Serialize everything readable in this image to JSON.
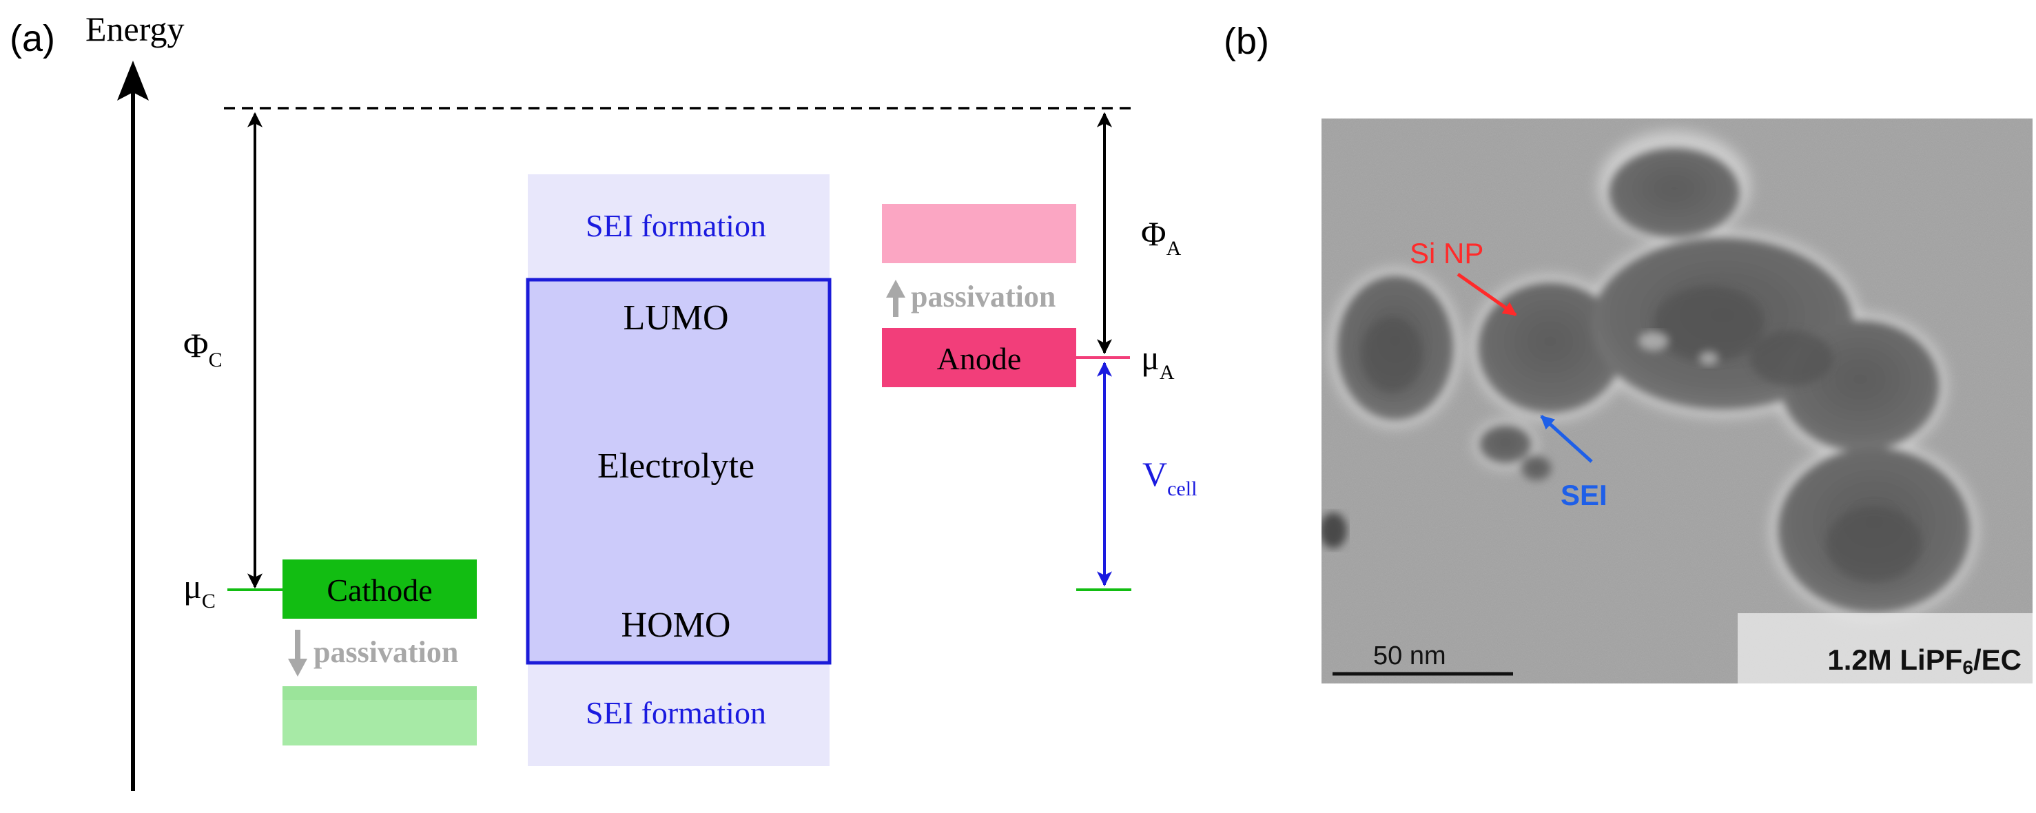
{
  "panel_a": {
    "label": "(a)",
    "axis_label": "Energy",
    "phi_c": {
      "symbol": "Φ",
      "subscript": "C"
    },
    "phi_a": {
      "symbol": "Φ",
      "subscript": "A"
    },
    "mu_c": {
      "symbol": "μ",
      "subscript": "C"
    },
    "mu_a": {
      "symbol": "μ",
      "subscript": "A"
    },
    "v_cell": {
      "symbol": "V",
      "subscript": "cell"
    },
    "cathode_label": "Cathode",
    "anode_label": "Anode",
    "cathode_passivation": "passivation",
    "anode_passivation": "passivation",
    "electrolyte": {
      "lumo": "LUMO",
      "name": "Electrolyte",
      "homo": "HOMO"
    },
    "sei_top": "SEI formation",
    "sei_bottom": "SEI formation",
    "colors": {
      "cathode": "#12bd12",
      "cathode_passivation_layer": "#a7eaa6",
      "anode": "#f23e7a",
      "anode_passivation_layer": "#fba6c3",
      "electrolyte_fill": "#cccbfa",
      "electrolyte_border": "#1b1bd8",
      "sei_fill": "#e8e7fb",
      "sei_text": "#1a1adf",
      "v_cell": "#1a1adf",
      "passivation_text": "#a8a8a8"
    }
  },
  "panel_b": {
    "label": "(b)",
    "si_np_label": "Si NP",
    "sei_label": "SEI",
    "scale_bar_label": "50 nm",
    "condition_label": "1.2M LiPF6/EC",
    "condition_main": "1.2M LiPF",
    "condition_sub": "6",
    "condition_suffix": "/EC",
    "colors": {
      "si_np": "#ff2a2a",
      "sei": "#1e5fe8"
    }
  }
}
